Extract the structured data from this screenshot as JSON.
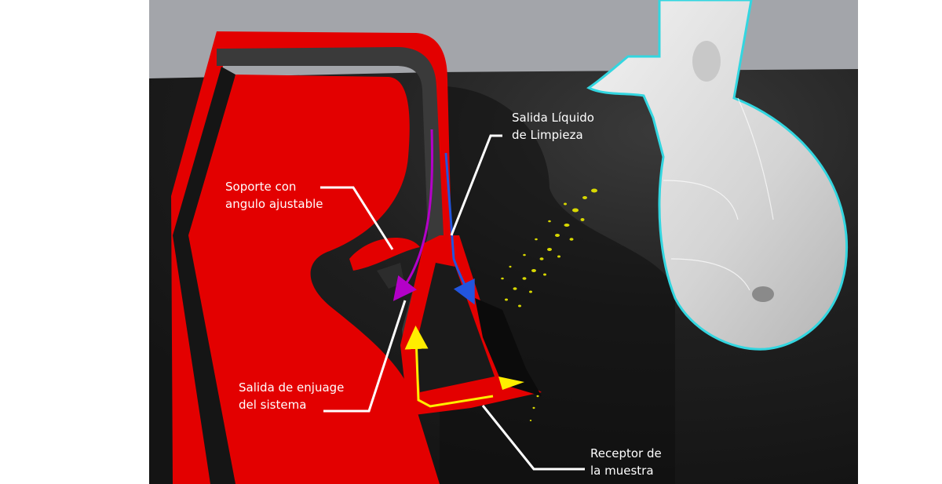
{
  "labels": {
    "salida_liquido": {
      "line1": "Salida Líquido",
      "line2": "de Limpieza"
    },
    "soporte": {
      "line1": "Soporte con",
      "line2": "angulo ajustable"
    },
    "salida_enjuage": {
      "line1": "Salida de enjuage",
      "line2": "del sistema"
    },
    "receptor": {
      "line1": "Receptor de",
      "line2": "la muestra"
    }
  },
  "colors": {
    "background_gray": "#a3a5aa",
    "dark_panel": "#1c1c1c",
    "red": "#e30000",
    "tube_gray": "#3a3a3a",
    "nozzle_body": "#d9d9d9",
    "nozzle_outline": "#33d6e0",
    "arrow_purple": "#b400c8",
    "arrow_blue": "#2255dd",
    "arrow_yellow": "#ffee00",
    "spray": "#d8d800",
    "leader_line": "#ffffff"
  }
}
